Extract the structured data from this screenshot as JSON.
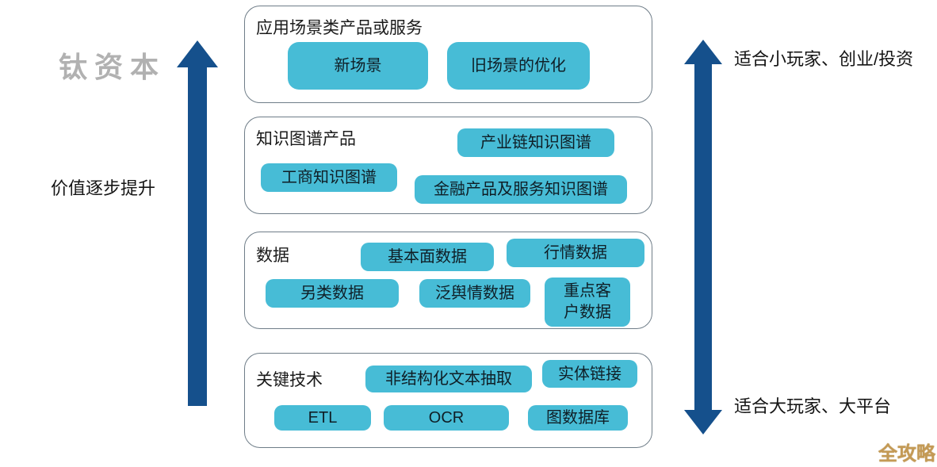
{
  "brand": {
    "watermark": "钛资本",
    "badge": "全攻略"
  },
  "left_axis": {
    "label": "价值逐步提升"
  },
  "right_axis": {
    "top_label": "适合小玩家、创业/投资",
    "bottom_label": "适合大玩家、大平台"
  },
  "icons": {
    "left_arrow": "up-arrow",
    "right_arrow": "double-vertical-arrow"
  },
  "colors": {
    "tag_fill": "#47bcd6",
    "arrow_blue": "#15508c",
    "box_border": "#6f7d88",
    "watermark_gray": "#b1b1b1",
    "badge_gold": "#c49a55"
  },
  "layers": [
    {
      "title": "应用场景类产品或服务",
      "tags": [
        {
          "label": "新场景"
        },
        {
          "label": "旧场景的优化"
        }
      ]
    },
    {
      "title": "知识图谱产品",
      "tags": [
        {
          "label": "产业链知识图谱"
        },
        {
          "label": "工商知识图谱"
        },
        {
          "label": "金融产品及服务知识图谱"
        }
      ]
    },
    {
      "title": "数据",
      "tags": [
        {
          "label": "基本面数据"
        },
        {
          "label": "行情数据"
        },
        {
          "label": "另类数据"
        },
        {
          "label": "泛舆情数据"
        },
        {
          "label": "重点客户数据"
        }
      ]
    },
    {
      "title": "关键技术",
      "tags": [
        {
          "label": "非结构化文本抽取"
        },
        {
          "label": "实体链接"
        },
        {
          "label": "ETL"
        },
        {
          "label": "OCR"
        },
        {
          "label": "图数据库"
        }
      ]
    }
  ]
}
